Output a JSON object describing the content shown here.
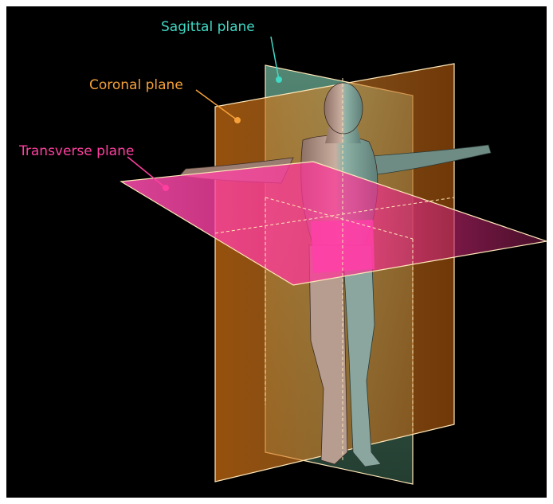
{
  "labels": {
    "sagittal": "Sagittal plane",
    "coronal": "Coronal plane",
    "transverse": "Transverse plane"
  },
  "colors": {
    "background": "#000000",
    "sagittal": "#3fd9c4",
    "coronal": "#f5a03a",
    "transverse": "#ff3fa0",
    "plane_edge": "#ffe7b8"
  }
}
